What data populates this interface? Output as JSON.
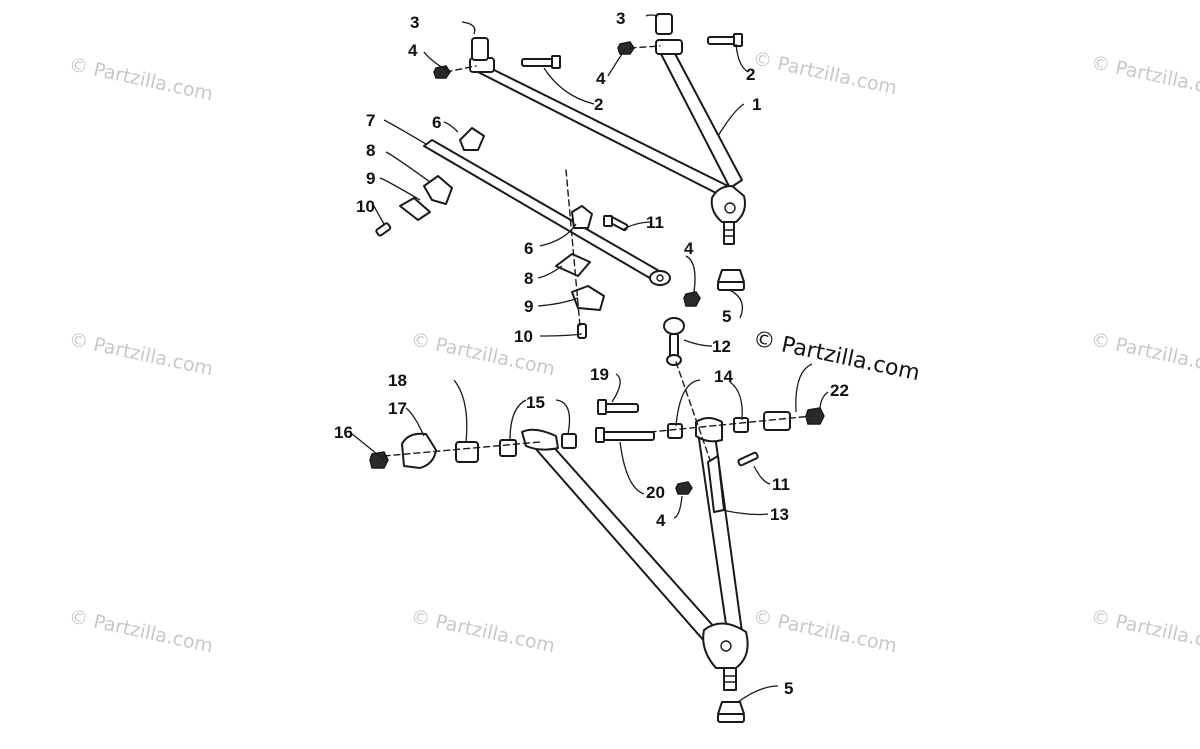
{
  "callouts": [
    {
      "id": "c1",
      "label": "1"
    },
    {
      "id": "c2a",
      "label": "2"
    },
    {
      "id": "c2b",
      "label": "2"
    },
    {
      "id": "c3a",
      "label": "3"
    },
    {
      "id": "c3b",
      "label": "3"
    },
    {
      "id": "c4a",
      "label": "4"
    },
    {
      "id": "c4b",
      "label": "4"
    },
    {
      "id": "c4c",
      "label": "4"
    },
    {
      "id": "c4d",
      "label": "4"
    },
    {
      "id": "c5a",
      "label": "5"
    },
    {
      "id": "c5b",
      "label": "5"
    },
    {
      "id": "c6a",
      "label": "6"
    },
    {
      "id": "c6b",
      "label": "6"
    },
    {
      "id": "c7",
      "label": "7"
    },
    {
      "id": "c8a",
      "label": "8"
    },
    {
      "id": "c8b",
      "label": "8"
    },
    {
      "id": "c9a",
      "label": "9"
    },
    {
      "id": "c9b",
      "label": "9"
    },
    {
      "id": "c10a",
      "label": "10"
    },
    {
      "id": "c10b",
      "label": "10"
    },
    {
      "id": "c11a",
      "label": "11"
    },
    {
      "id": "c11b",
      "label": "11"
    },
    {
      "id": "c12",
      "label": "12"
    },
    {
      "id": "c13",
      "label": "13"
    },
    {
      "id": "c14",
      "label": "14"
    },
    {
      "id": "c15",
      "label": "15"
    },
    {
      "id": "c16",
      "label": "16"
    },
    {
      "id": "c17",
      "label": "17"
    },
    {
      "id": "c18",
      "label": "18"
    },
    {
      "id": "c19",
      "label": "19"
    },
    {
      "id": "c20",
      "label": "20"
    },
    {
      "id": "c22",
      "label": "22"
    }
  ],
  "watermark": {
    "text": "© Partzilla.com",
    "main_text": "© Partzilla.com",
    "color": "#c8c8c8"
  }
}
